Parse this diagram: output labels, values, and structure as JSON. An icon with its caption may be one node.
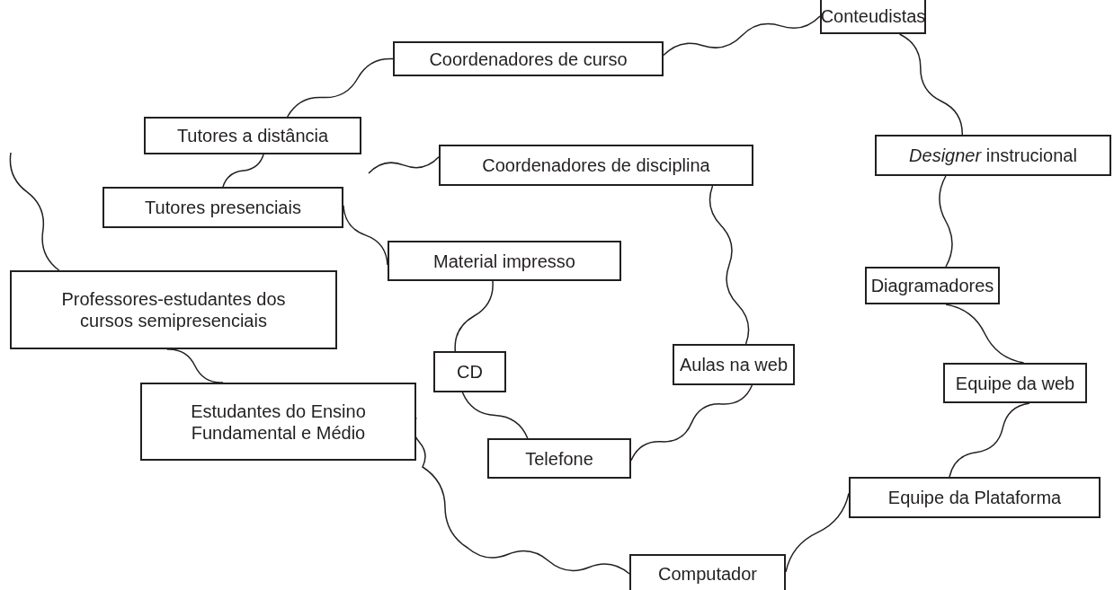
{
  "diagram": {
    "nodes": [
      {
        "text": [
          "Coordenadores de curso"
        ]
      },
      {
        "text": [
          "Conteudistas"
        ]
      },
      {
        "text": [
          "Tutores a distância"
        ]
      },
      {
        "text": [
          "Coordenadores de disciplina"
        ]
      },
      {
        "text": [
          "*Designer* instrucional"
        ]
      },
      {
        "text": [
          "Tutores presenciais"
        ]
      },
      {
        "text": [
          "Material impresso"
        ]
      },
      {
        "text": [
          "Diagramadores"
        ]
      },
      {
        "text": [
          "Professores-estudantes dos cursos semipresenciais"
        ]
      },
      {
        "text": [
          "Aulas na web"
        ]
      },
      {
        "text": [
          "CD"
        ]
      },
      {
        "text": [
          "Equipe da web"
        ]
      },
      {
        "text": [
          "Estudantes do Ensino Fundamental e Médio"
        ]
      },
      {
        "text": [
          "Telefone"
        ]
      },
      {
        "text": [
          "Equipe da Plataforma"
        ]
      },
      {
        "text": [
          "Computador"
        ]
      }
    ],
    "edges": [
      {
        "from": 0,
        "to": 1,
        "arrow": "none"
      },
      {
        "from": 0,
        "to": 2,
        "arrow": "none"
      },
      {
        "from": 1,
        "to": 4,
        "arrow": "none"
      },
      {
        "from": 4,
        "to": 7,
        "arrow": "none"
      },
      {
        "from": 7,
        "to": 11,
        "arrow": "none"
      },
      {
        "from": 11,
        "to": 14,
        "arrow": "none"
      },
      {
        "from": 14,
        "to": 15,
        "arrow": "none"
      },
      {
        "from": 15,
        "to": 12,
        "arrow": "none"
      },
      {
        "from": 12,
        "to": 8,
        "arrow": "none"
      },
      {
        "from": null,
        "to": 8,
        "arrow": "none"
      },
      {
        "from": 2,
        "to": 5,
        "arrow": "none"
      },
      {
        "from": 5,
        "to": 6,
        "arrow": "none"
      },
      {
        "from": 6,
        "to": 10,
        "arrow": "none"
      },
      {
        "from": 10,
        "to": 13,
        "arrow": "none"
      },
      {
        "from": 13,
        "to": 9,
        "arrow": "none"
      },
      {
        "from": 9,
        "to": 3,
        "arrow": "none"
      },
      {
        "from": null,
        "to": 3,
        "arrow": "none"
      }
    ]
  }
}
